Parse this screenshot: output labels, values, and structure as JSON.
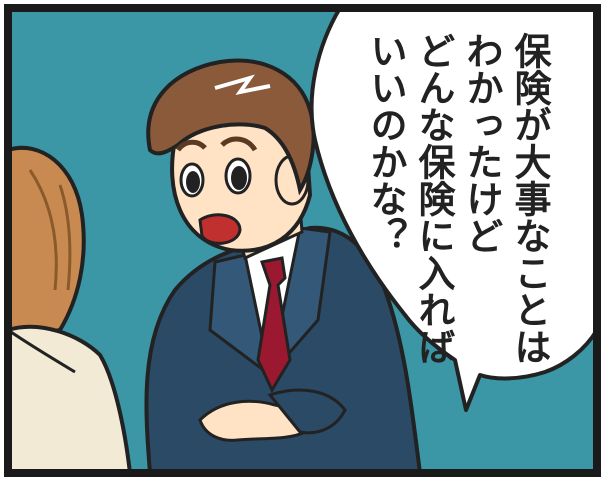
{
  "speech": {
    "lines": [
      "保険が大事なことは",
      "わかったけど",
      "どんな保険に入れば",
      "いいのかな？"
    ]
  },
  "colors": {
    "background": "#3b96a6",
    "border": "#1a1a1a",
    "suit": "#2a4a66",
    "tie": "#9a1830",
    "hair": "#8a5a3a",
    "skin": "#ffe3c4"
  }
}
